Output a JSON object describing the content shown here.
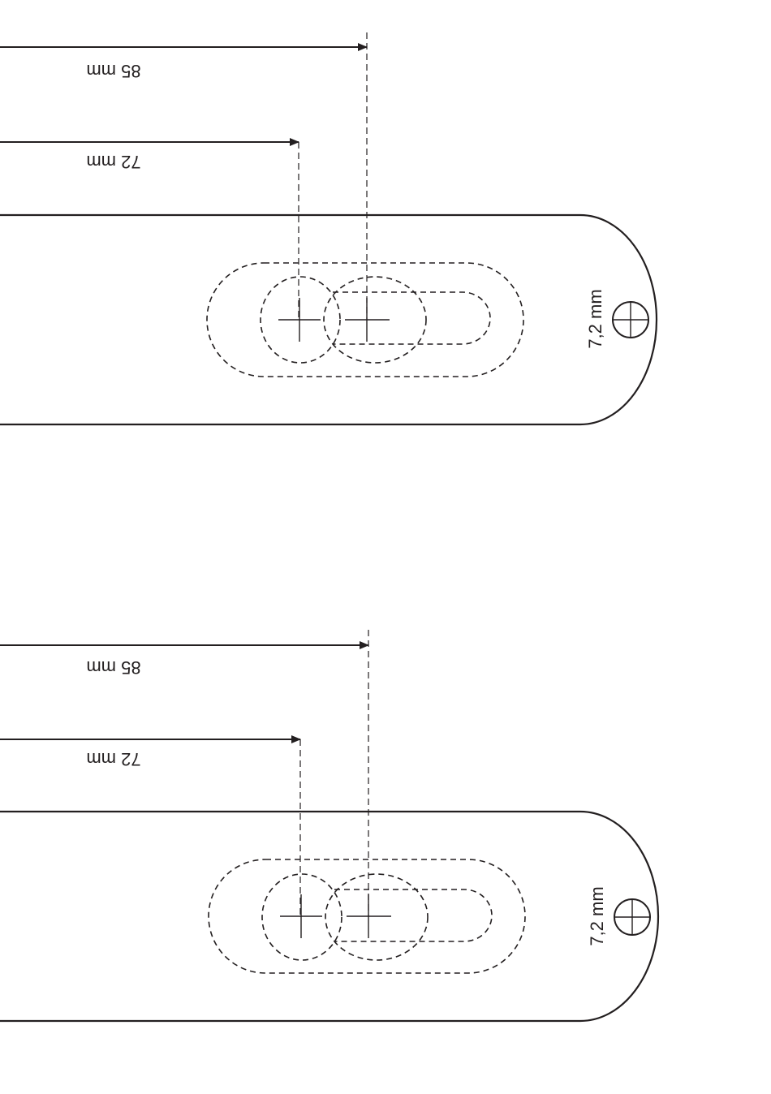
{
  "template_top": {
    "dim_85": "85 mm",
    "dim_72": "72 mm",
    "width_label": "7,2 mm"
  },
  "template_bottom": {
    "dim_85": "85 mm",
    "dim_72": "72 mm",
    "width_label": "7,2 mm"
  },
  "colors": {
    "line": "#231f20",
    "background": "#ffffff"
  }
}
